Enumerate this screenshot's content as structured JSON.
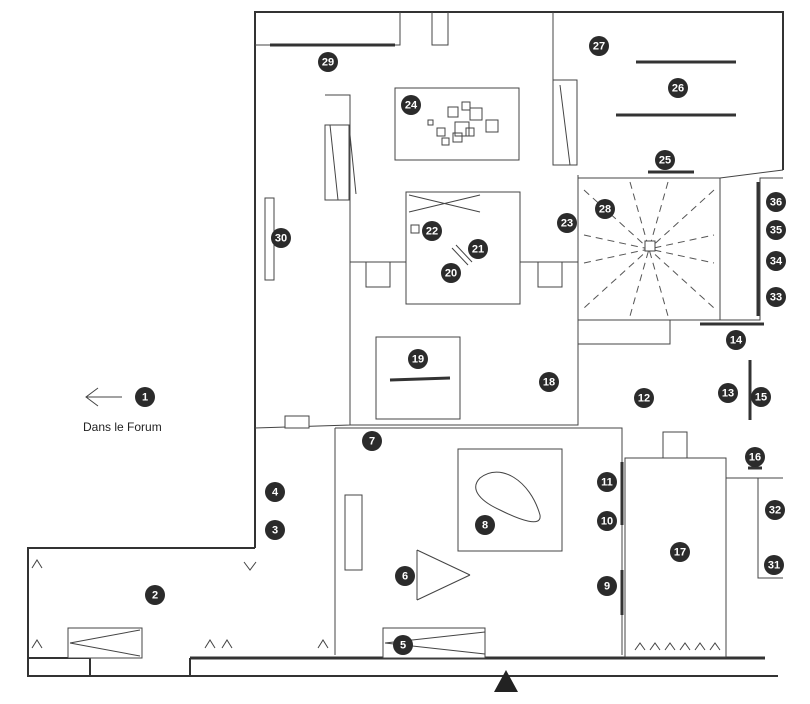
{
  "map": {
    "exit_label": "Dans le Forum",
    "markers": [
      {
        "n": "1"
      },
      {
        "n": "2"
      },
      {
        "n": "3"
      },
      {
        "n": "4"
      },
      {
        "n": "5"
      },
      {
        "n": "6"
      },
      {
        "n": "7"
      },
      {
        "n": "8"
      },
      {
        "n": "9"
      },
      {
        "n": "10"
      },
      {
        "n": "11"
      },
      {
        "n": "12"
      },
      {
        "n": "13"
      },
      {
        "n": "14"
      },
      {
        "n": "15"
      },
      {
        "n": "16"
      },
      {
        "n": "17"
      },
      {
        "n": "18"
      },
      {
        "n": "19"
      },
      {
        "n": "20"
      },
      {
        "n": "21"
      },
      {
        "n": "22"
      },
      {
        "n": "23"
      },
      {
        "n": "24"
      },
      {
        "n": "25"
      },
      {
        "n": "26"
      },
      {
        "n": "27"
      },
      {
        "n": "28"
      },
      {
        "n": "29"
      },
      {
        "n": "30"
      },
      {
        "n": "31"
      },
      {
        "n": "32"
      },
      {
        "n": "33"
      },
      {
        "n": "34"
      },
      {
        "n": "35"
      },
      {
        "n": "36"
      }
    ]
  }
}
